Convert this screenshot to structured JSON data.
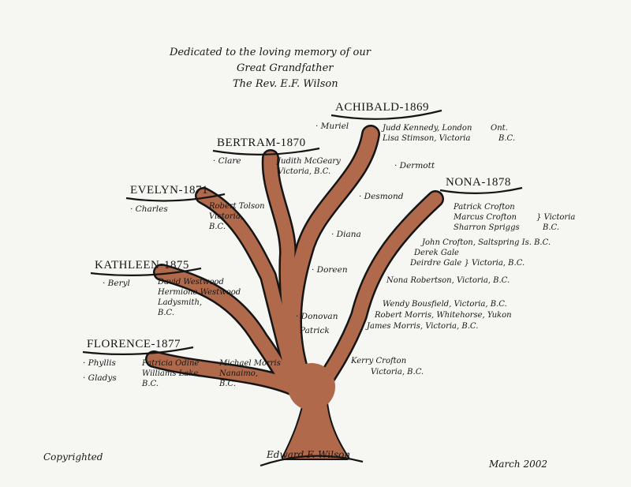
{
  "dedication": [
    "Dedicated to the loving memory of our",
    "Great Grandfather",
    "The Rev. E.F. Wilson"
  ],
  "root": "Edward F. Wilson",
  "footer": {
    "left": "Copyrighted",
    "right": "March 2002"
  },
  "colors": {
    "bark": "#b0694a",
    "outline": "#151515",
    "paper": "#f6f6f3"
  },
  "branches": {
    "achibald": {
      "name": "ACHIBALD-1869",
      "children": [
        "· Muriel"
      ],
      "spouses": [
        "Judd Kennedy, London",
        "Ont.",
        "Lisa Stimson, Victoria",
        "B.C."
      ]
    },
    "bertram": {
      "name": "BERTRAM-1870",
      "children": [
        "· Clare"
      ],
      "spouses": [
        "Judith McGeary",
        "Victoria, B.C."
      ]
    },
    "evelyn": {
      "name": "EVELYN-1871",
      "children": [
        "· Charles"
      ],
      "spouses": [
        "Robert Tolson",
        "Victoria,",
        "B.C."
      ]
    },
    "kathleen": {
      "name": "KATHLEEN-1875",
      "children": [
        "· Beryl"
      ],
      "spouses": [
        "David Westwood",
        "Hermione Westwood",
        "Ladysmith,",
        "B.C."
      ]
    },
    "florence": {
      "name": "FLORENCE-1877",
      "children": [
        "· Phyllis",
        "· Gladys"
      ],
      "spouses": [
        "Patricia Odine",
        "Williams Lake,",
        "B.C.",
        "Michael Morris",
        "Nanaimo,",
        "B.C."
      ]
    },
    "nona": {
      "name": "NONA-1878",
      "children": [
        "· Dermott",
        "· Desmond",
        "· Diana",
        "· Doreen",
        "· Donovan",
        "Patrick"
      ],
      "spouses": [
        "Patrick Crofton",
        "Marcus Crofton",
        "Sharron Spriggs",
        "} Victoria",
        "B.C.",
        "John Crofton, Saltspring Is. B.C.",
        "Derek Gale",
        "Deirdre Gale } Victoria, B.C.",
        "Nona Robertson, Victoria, B.C.",
        "Wendy Bousfield, Victoria, B.C.",
        "Robert Morris, Whitehorse, Yukon",
        "James Morris, Victoria, B.C.",
        "Kerry Crofton",
        "Victoria, B.C."
      ]
    }
  }
}
